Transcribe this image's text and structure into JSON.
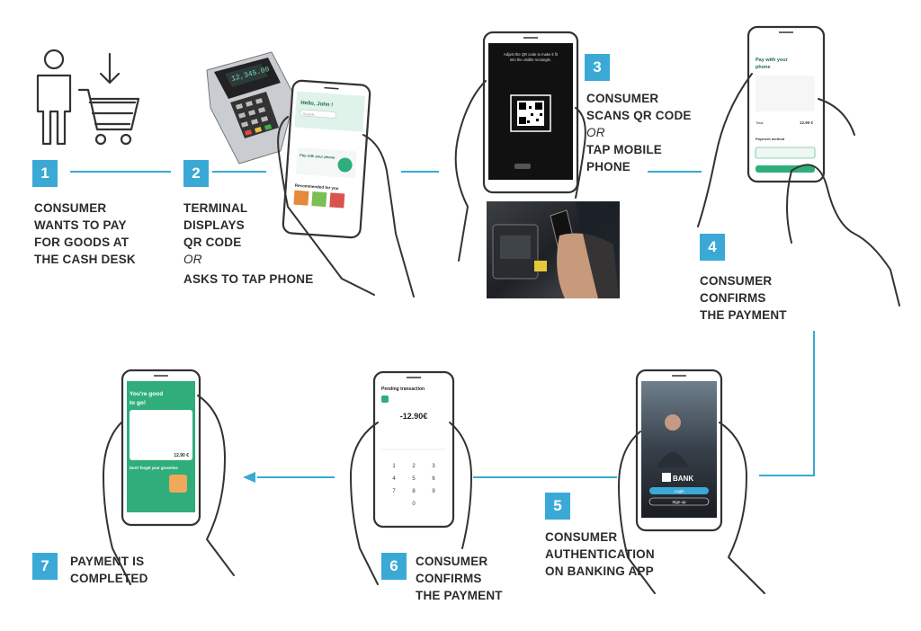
{
  "colors": {
    "accent": "#3aa9d6",
    "ink": "#2b2b2b",
    "app_green": "#2fae7c",
    "card_black": "#111111"
  },
  "steps": [
    {
      "number": "1",
      "lines": [
        "CONSUMER",
        "WANTS TO PAY",
        "FOR GOODS AT",
        "THE CASH DESK"
      ]
    },
    {
      "number": "2",
      "lines": [
        "TERMINAL",
        "DISPLAYS",
        "QR CODE"
      ],
      "or": "OR",
      "after": [
        "ASKS TO TAP PHONE"
      ]
    },
    {
      "number": "3",
      "lines": [
        "CONSUMER",
        "SCANS QR CODE"
      ],
      "or": "OR",
      "after": [
        "TAP MOBILE",
        "PHONE"
      ]
    },
    {
      "number": "4",
      "lines": [
        "CONSUMER",
        "CONFIRMS",
        "THE PAYMENT"
      ]
    },
    {
      "number": "5",
      "lines": [
        "CONSUMER",
        "AUTHENTICATION",
        "ON BANKING APP"
      ]
    },
    {
      "number": "6",
      "lines": [
        "CONSUMER",
        "CONFIRMS",
        "THE PAYMENT"
      ]
    },
    {
      "number": "7",
      "lines": [
        "PAYMENT IS",
        "COMPLETED"
      ]
    }
  ],
  "screens": {
    "s2_greeting": "Hello, John !",
    "s2_search": "Search...",
    "s2_section": "Recommended for you",
    "s2_card": "Pay with your phone",
    "s3_instruction1": "Adjust the QR code to make it fit",
    "s3_instruction2": "into the visible rectangle.",
    "s4_title1": "Pay with your",
    "s4_title2": "phone",
    "s4_total_label": "Total",
    "s4_total": "12.90 €",
    "s4_method": "Payment method",
    "s5_bank": "BANK",
    "s5_login": "Login",
    "s5_signup": "Sign up",
    "s6_title": "Pending transaction",
    "s6_amount": "-12.90€",
    "s6_keys": [
      "1",
      "2",
      "3",
      "4",
      "5",
      "6",
      "7",
      "8",
      "9",
      "0"
    ],
    "s7_title1": "You're good",
    "s7_title2": "to go!",
    "s7_total": "12.90 €",
    "s7_footer1": "Don't forget your groceries"
  },
  "terminal_display": "12,345.00",
  "icons": [
    "person-icon",
    "cart-icon",
    "down-arrow-icon",
    "payment-terminal-icon",
    "qr-code-icon",
    "tap-phone-photo",
    "left-arrow-icon"
  ]
}
